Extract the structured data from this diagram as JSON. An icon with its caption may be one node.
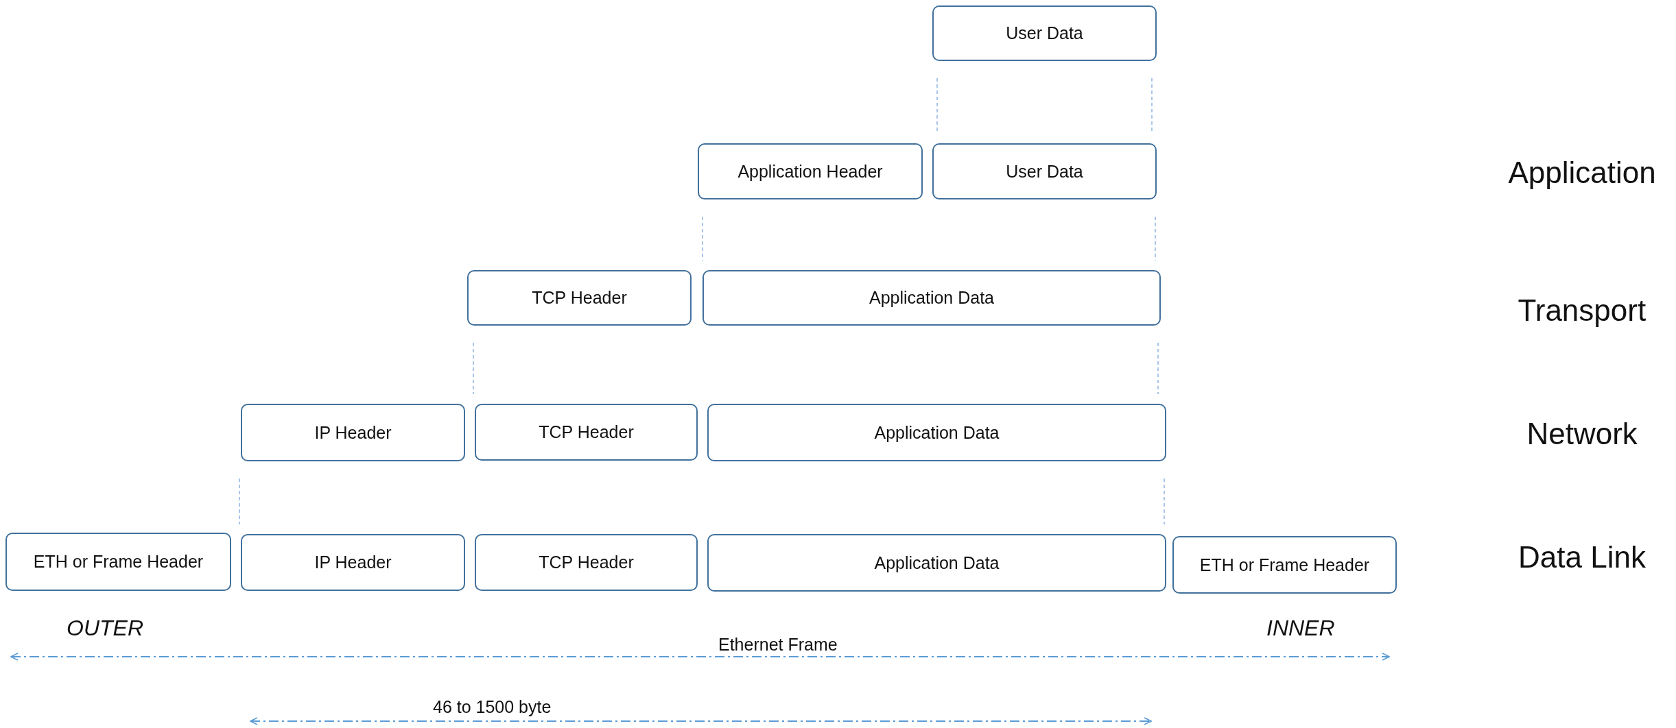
{
  "diagram": {
    "nodes": [
      {
        "text": [
          "User Data"
        ]
      },
      {
        "text": [
          "Application Header"
        ]
      },
      {
        "text": [
          "User Data"
        ]
      },
      {
        "text": [
          "TCP Header"
        ]
      },
      {
        "text": [
          "Application Data"
        ]
      },
      {
        "text": [
          "IP Header"
        ]
      },
      {
        "text": [
          "TCP Header"
        ]
      },
      {
        "text": [
          "Application Data"
        ]
      },
      {
        "text": [
          "ETH or Frame Header"
        ]
      },
      {
        "text": [
          "IP Header"
        ]
      },
      {
        "text": [
          "TCP Header"
        ]
      },
      {
        "text": [
          "Application Data"
        ]
      },
      {
        "text": [
          "ETH or Frame Header"
        ]
      }
    ],
    "edges": [
      {
        "from": 0,
        "to": 2,
        "arrow": "none",
        "style": "dashed"
      },
      {
        "from": 0,
        "to": 2,
        "arrow": "none",
        "style": "dashed"
      },
      {
        "from": 1,
        "to": 4,
        "arrow": "none",
        "style": "dashed"
      },
      {
        "from": 2,
        "to": 4,
        "arrow": "none",
        "style": "dashed"
      },
      {
        "from": 3,
        "to": 6,
        "arrow": "none",
        "style": "dashed"
      },
      {
        "from": 4,
        "to": 7,
        "arrow": "none",
        "style": "dashed"
      },
      {
        "from": 5,
        "to": 9,
        "arrow": "none",
        "style": "dashed"
      },
      {
        "from": 7,
        "to": 11,
        "arrow": "none",
        "style": "dashed"
      }
    ],
    "labels": [
      "Application",
      "Transport",
      "Network",
      "Data Link",
      "OUTER",
      "Ethernet Frame",
      "INNER",
      "46 to 1500 byte"
    ]
  }
}
